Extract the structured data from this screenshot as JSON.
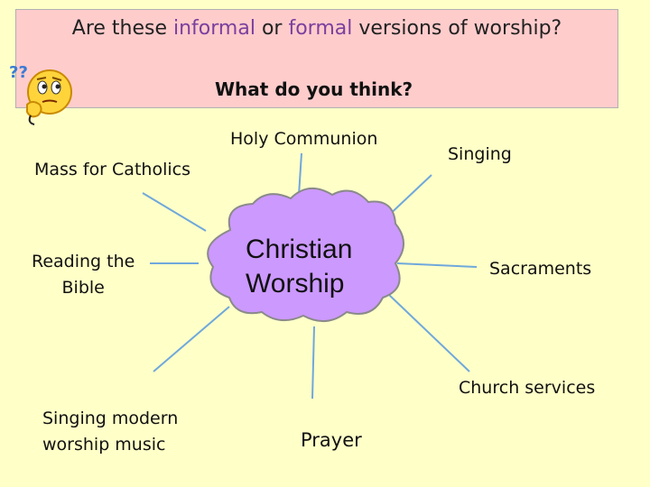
{
  "header": {
    "question_prefix": "Are these ",
    "word_informal": "informal",
    "word_or": " or ",
    "word_formal": "formal",
    "question_suffix": " versions of worship?",
    "subquestion": "What do you think?",
    "question_marks": "??",
    "highlight_color": "#7a3f9e"
  },
  "center": {
    "line1": "Christian",
    "line2": "Worship",
    "cloud_color": "#cc99ff",
    "outline_color": "#8a8a8a"
  },
  "spokes": {
    "holy_communion": "Holy Communion",
    "mass": "Mass for Catholics",
    "singing": "Singing",
    "reading_line1": "Reading the",
    "reading_line2": "Bible",
    "sacraments": "Sacraments",
    "church_services": "Church services",
    "modern_line1": "Singing modern",
    "modern_line2": "worship music",
    "prayer": "Prayer",
    "line_color": "#6fa8dc"
  },
  "icon": "thinking-face-icon"
}
